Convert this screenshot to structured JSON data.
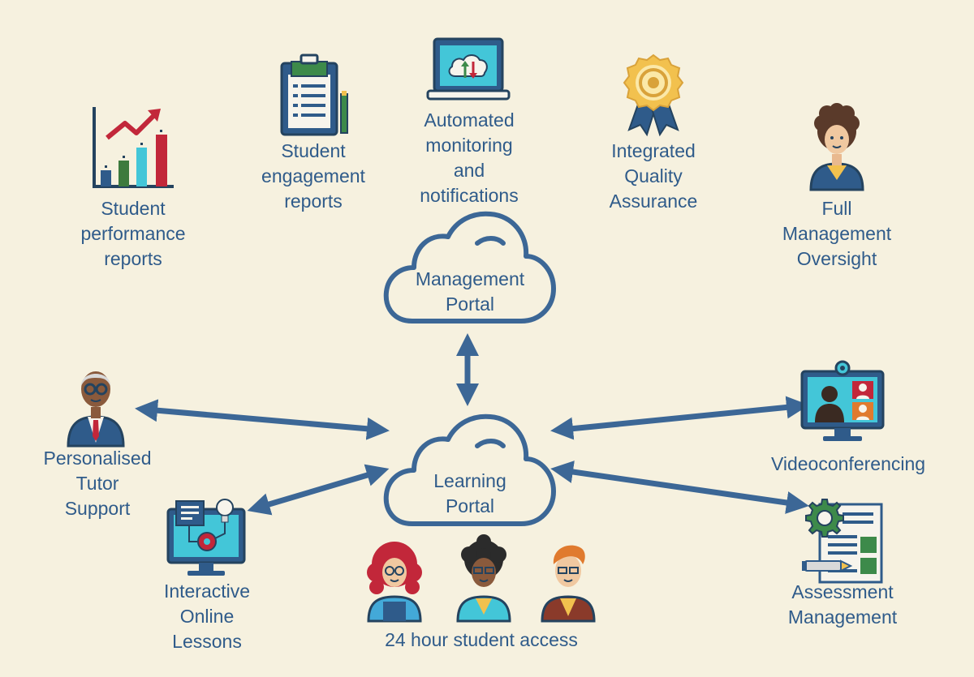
{
  "colors": {
    "background": "#f6f1df",
    "text": "#2f5b8a",
    "arrow": "#3c6796",
    "dark_outline": "#24435f"
  },
  "management_portal": {
    "label": "Management\nPortal",
    "icon": "cloud-icon"
  },
  "learning_portal": {
    "label": "Learning\nPortal",
    "icon": "cloud-icon"
  },
  "management_features": [
    {
      "id": "student-performance-reports",
      "label": "Student\nperformance\nreports",
      "icon": "bar-chart-icon"
    },
    {
      "id": "student-engagement-reports",
      "label": "Student\nengagement\nreports",
      "icon": "clipboard-icon"
    },
    {
      "id": "automated-monitoring",
      "label": "Automated\nmonitoring\nand\nnotifications",
      "icon": "laptop-cloud-icon"
    },
    {
      "id": "integrated-quality-assurance",
      "label": "Integrated\nQuality\nAssurance",
      "icon": "award-badge-icon"
    },
    {
      "id": "full-management-oversight",
      "label": "Full\nManagement\nOversight",
      "icon": "manager-avatar-icon"
    }
  ],
  "learning_features": [
    {
      "id": "personalised-tutor-support",
      "label": "Personalised\nTutor\nSupport",
      "icon": "tutor-avatar-icon"
    },
    {
      "id": "interactive-online-lessons",
      "label": "Interactive\nOnline\nLessons",
      "icon": "monitor-lesson-icon"
    },
    {
      "id": "student-access",
      "label": "24 hour student access",
      "icon": "students-group-icon"
    },
    {
      "id": "videoconferencing",
      "label": "Videoconferencing",
      "icon": "video-call-icon"
    },
    {
      "id": "assessment-management",
      "label": "Assessment\nManagement",
      "icon": "assessment-document-icon"
    }
  ]
}
